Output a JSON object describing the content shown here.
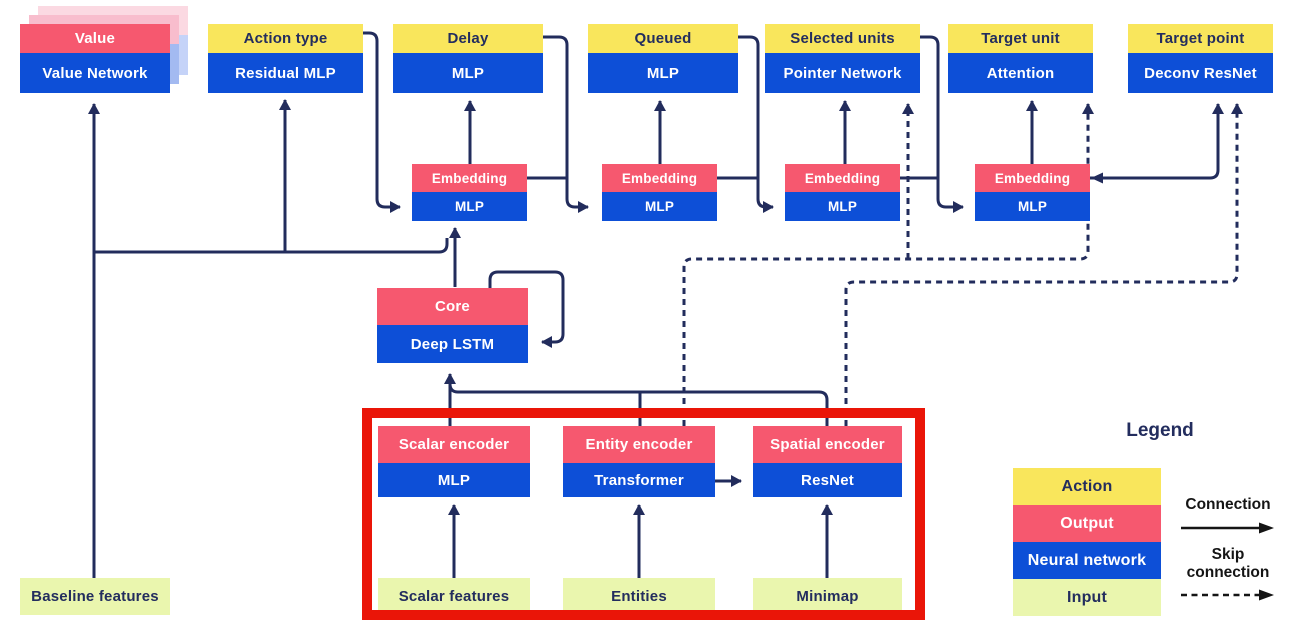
{
  "heads": [
    {
      "output": "Value",
      "network": "Value Network"
    },
    {
      "action": "Action type",
      "network": "Residual MLP"
    },
    {
      "action": "Delay",
      "network": "MLP"
    },
    {
      "action": "Queued",
      "network": "MLP"
    },
    {
      "action": "Selected units",
      "network": "Pointer Network"
    },
    {
      "action": "Target unit",
      "network": "Attention"
    },
    {
      "action": "Target point",
      "network": "Deconv ResNet"
    }
  ],
  "embeddings": [
    {
      "output": "Embedding",
      "network": "MLP"
    },
    {
      "output": "Embedding",
      "network": "MLP"
    },
    {
      "output": "Embedding",
      "network": "MLP"
    },
    {
      "output": "Embedding",
      "network": "MLP"
    }
  ],
  "core": {
    "output": "Core",
    "network": "Deep LSTM"
  },
  "encoders": [
    {
      "output": "Scalar encoder",
      "network": "MLP"
    },
    {
      "output": "Entity encoder",
      "network": "Transformer"
    },
    {
      "output": "Spatial encoder",
      "network": "ResNet"
    }
  ],
  "inputs": {
    "baseline": "Baseline features",
    "scalar": "Scalar features",
    "entities": "Entities",
    "minimap": "Minimap"
  },
  "legend": {
    "title": "Legend",
    "items": [
      {
        "label": "Action",
        "color": "#f9e65c"
      },
      {
        "label": "Output",
        "color": "#f6586f"
      },
      {
        "label": "Neural network",
        "color": "#0d4fd7"
      },
      {
        "label": "Input",
        "color": "#eaf6ae"
      }
    ],
    "connection": "Connection",
    "skip_connection": "Skip connection"
  },
  "colors": {
    "action_yellow": "#f9e65c",
    "output_pink": "#f6586f",
    "network_blue": "#0d4fd7",
    "input_green": "#eaf6ae",
    "wire_navy": "#222c5c",
    "highlight_frame_red": "#ea1508",
    "text_navy": "#232d5e",
    "legend_black": "#151515"
  },
  "connections": [
    {
      "from": "baseline-features",
      "to": "value-network",
      "type": "solid"
    },
    {
      "from": "core",
      "to": "value-network",
      "type": "solid"
    },
    {
      "from": "core",
      "to": "residual-mlp",
      "type": "solid"
    },
    {
      "from": "core",
      "to": "embedding-1-mlp",
      "type": "solid"
    },
    {
      "from": "core",
      "to": "core",
      "type": "solid"
    },
    {
      "from": "action-type",
      "to": "embedding-1-mlp",
      "type": "solid"
    },
    {
      "from": "embedding-1",
      "to": "delay-mlp",
      "type": "solid"
    },
    {
      "from": "delay",
      "to": "embedding-2-mlp",
      "type": "solid"
    },
    {
      "from": "embedding-2",
      "to": "queued-mlp",
      "type": "solid"
    },
    {
      "from": "queued",
      "to": "embedding-3-mlp",
      "type": "solid"
    },
    {
      "from": "embedding-3",
      "to": "pointer-network",
      "type": "solid"
    },
    {
      "from": "selected-units",
      "to": "embedding-4-mlp",
      "type": "solid"
    },
    {
      "from": "embedding-4",
      "to": "attention",
      "type": "solid"
    },
    {
      "from": "embedding-4",
      "to": "deconv-resnet",
      "type": "solid"
    },
    {
      "from": "scalar-encoder",
      "to": "deep-lstm",
      "type": "solid"
    },
    {
      "from": "entity-encoder",
      "to": "deep-lstm",
      "type": "solid"
    },
    {
      "from": "spatial-encoder",
      "to": "deep-lstm",
      "type": "solid"
    },
    {
      "from": "transformer",
      "to": "resnet",
      "type": "solid"
    },
    {
      "from": "scalar-features",
      "to": "scalar-encoder",
      "type": "solid"
    },
    {
      "from": "entities",
      "to": "entity-encoder",
      "type": "solid"
    },
    {
      "from": "minimap",
      "to": "spatial-encoder",
      "type": "solid"
    },
    {
      "from": "entity-encoder",
      "to": "pointer-network",
      "type": "skip"
    },
    {
      "from": "entity-encoder",
      "to": "attention",
      "type": "skip"
    },
    {
      "from": "spatial-encoder",
      "to": "deconv-resnet",
      "type": "skip"
    }
  ]
}
